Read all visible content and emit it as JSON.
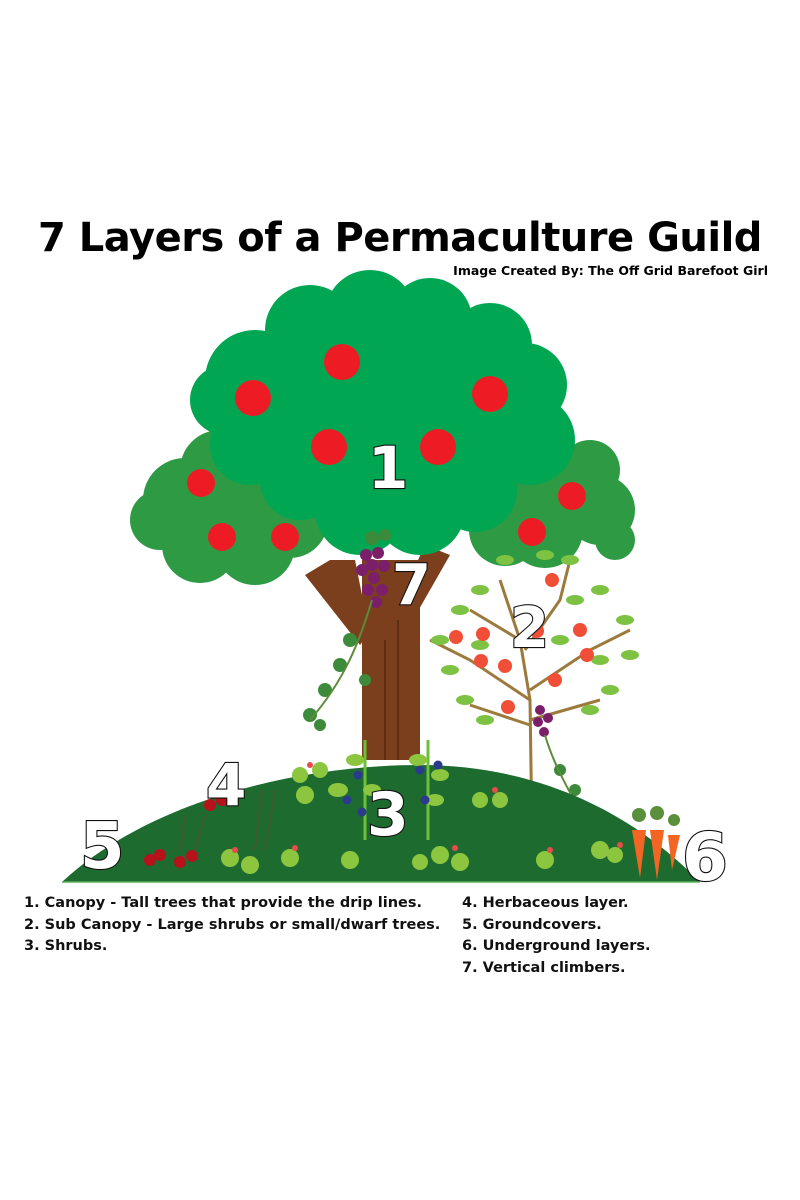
{
  "title": "7 Layers of a Permaculture Guild",
  "credit": "Image Created By: The Off Grid Barefoot Girl",
  "illustration": {
    "layer_markers": [
      "1",
      "2",
      "3",
      "4",
      "5",
      "6",
      "7"
    ],
    "colors": {
      "canopy_main": "#00A651",
      "canopy_side": "#2E9A44",
      "fruit": "#ED1C24",
      "trunk": "#7B3F1E",
      "mound": "#1E6B30",
      "carrot": "#F26522",
      "grape": "#7B1F6A",
      "blueberry": "#2B3A8C",
      "leaf_light": "#7DC242"
    }
  },
  "legend": {
    "left": [
      "1. Canopy - Tall trees that provide the drip lines.",
      "2. Sub Canopy - Large shrubs or small/dwarf trees.",
      "3. Shrubs."
    ],
    "right": [
      "4. Herbaceous layer.",
      "5. Groundcovers.",
      "6. Underground layers.",
      "7. Vertical climbers."
    ]
  }
}
